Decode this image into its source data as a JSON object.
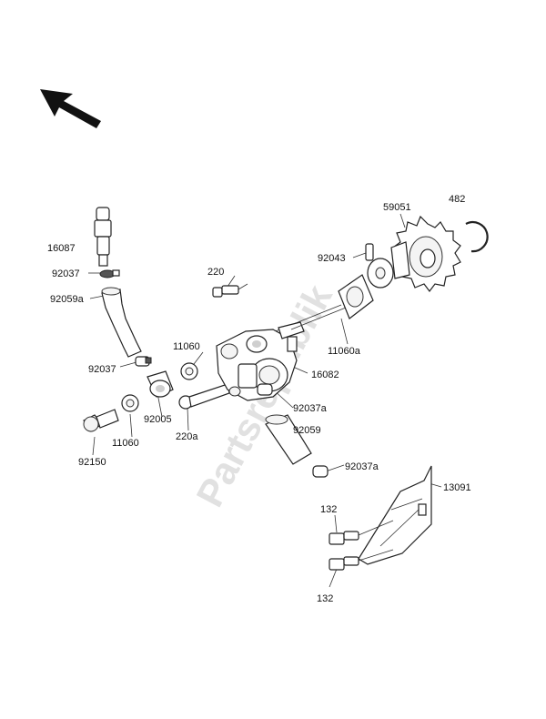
{
  "watermark": "Partsrepublik",
  "part_labels": {
    "p16087": "16087",
    "p92037_top": "92037",
    "p92059a": "92059a",
    "p92037_mid": "92037",
    "p220": "220",
    "p11060_top": "11060",
    "p11060a": "11060a",
    "p16082": "16082",
    "p92005": "92005",
    "p11060_bot": "11060",
    "p220a": "220a",
    "p92150": "92150",
    "p92037a_1": "92037a",
    "p92059": "92059",
    "p92037a_2": "92037a",
    "p59051": "59051",
    "p482": "482",
    "p92043": "92043",
    "p13091": "13091",
    "p132_top": "132",
    "p132_bot": "132"
  }
}
